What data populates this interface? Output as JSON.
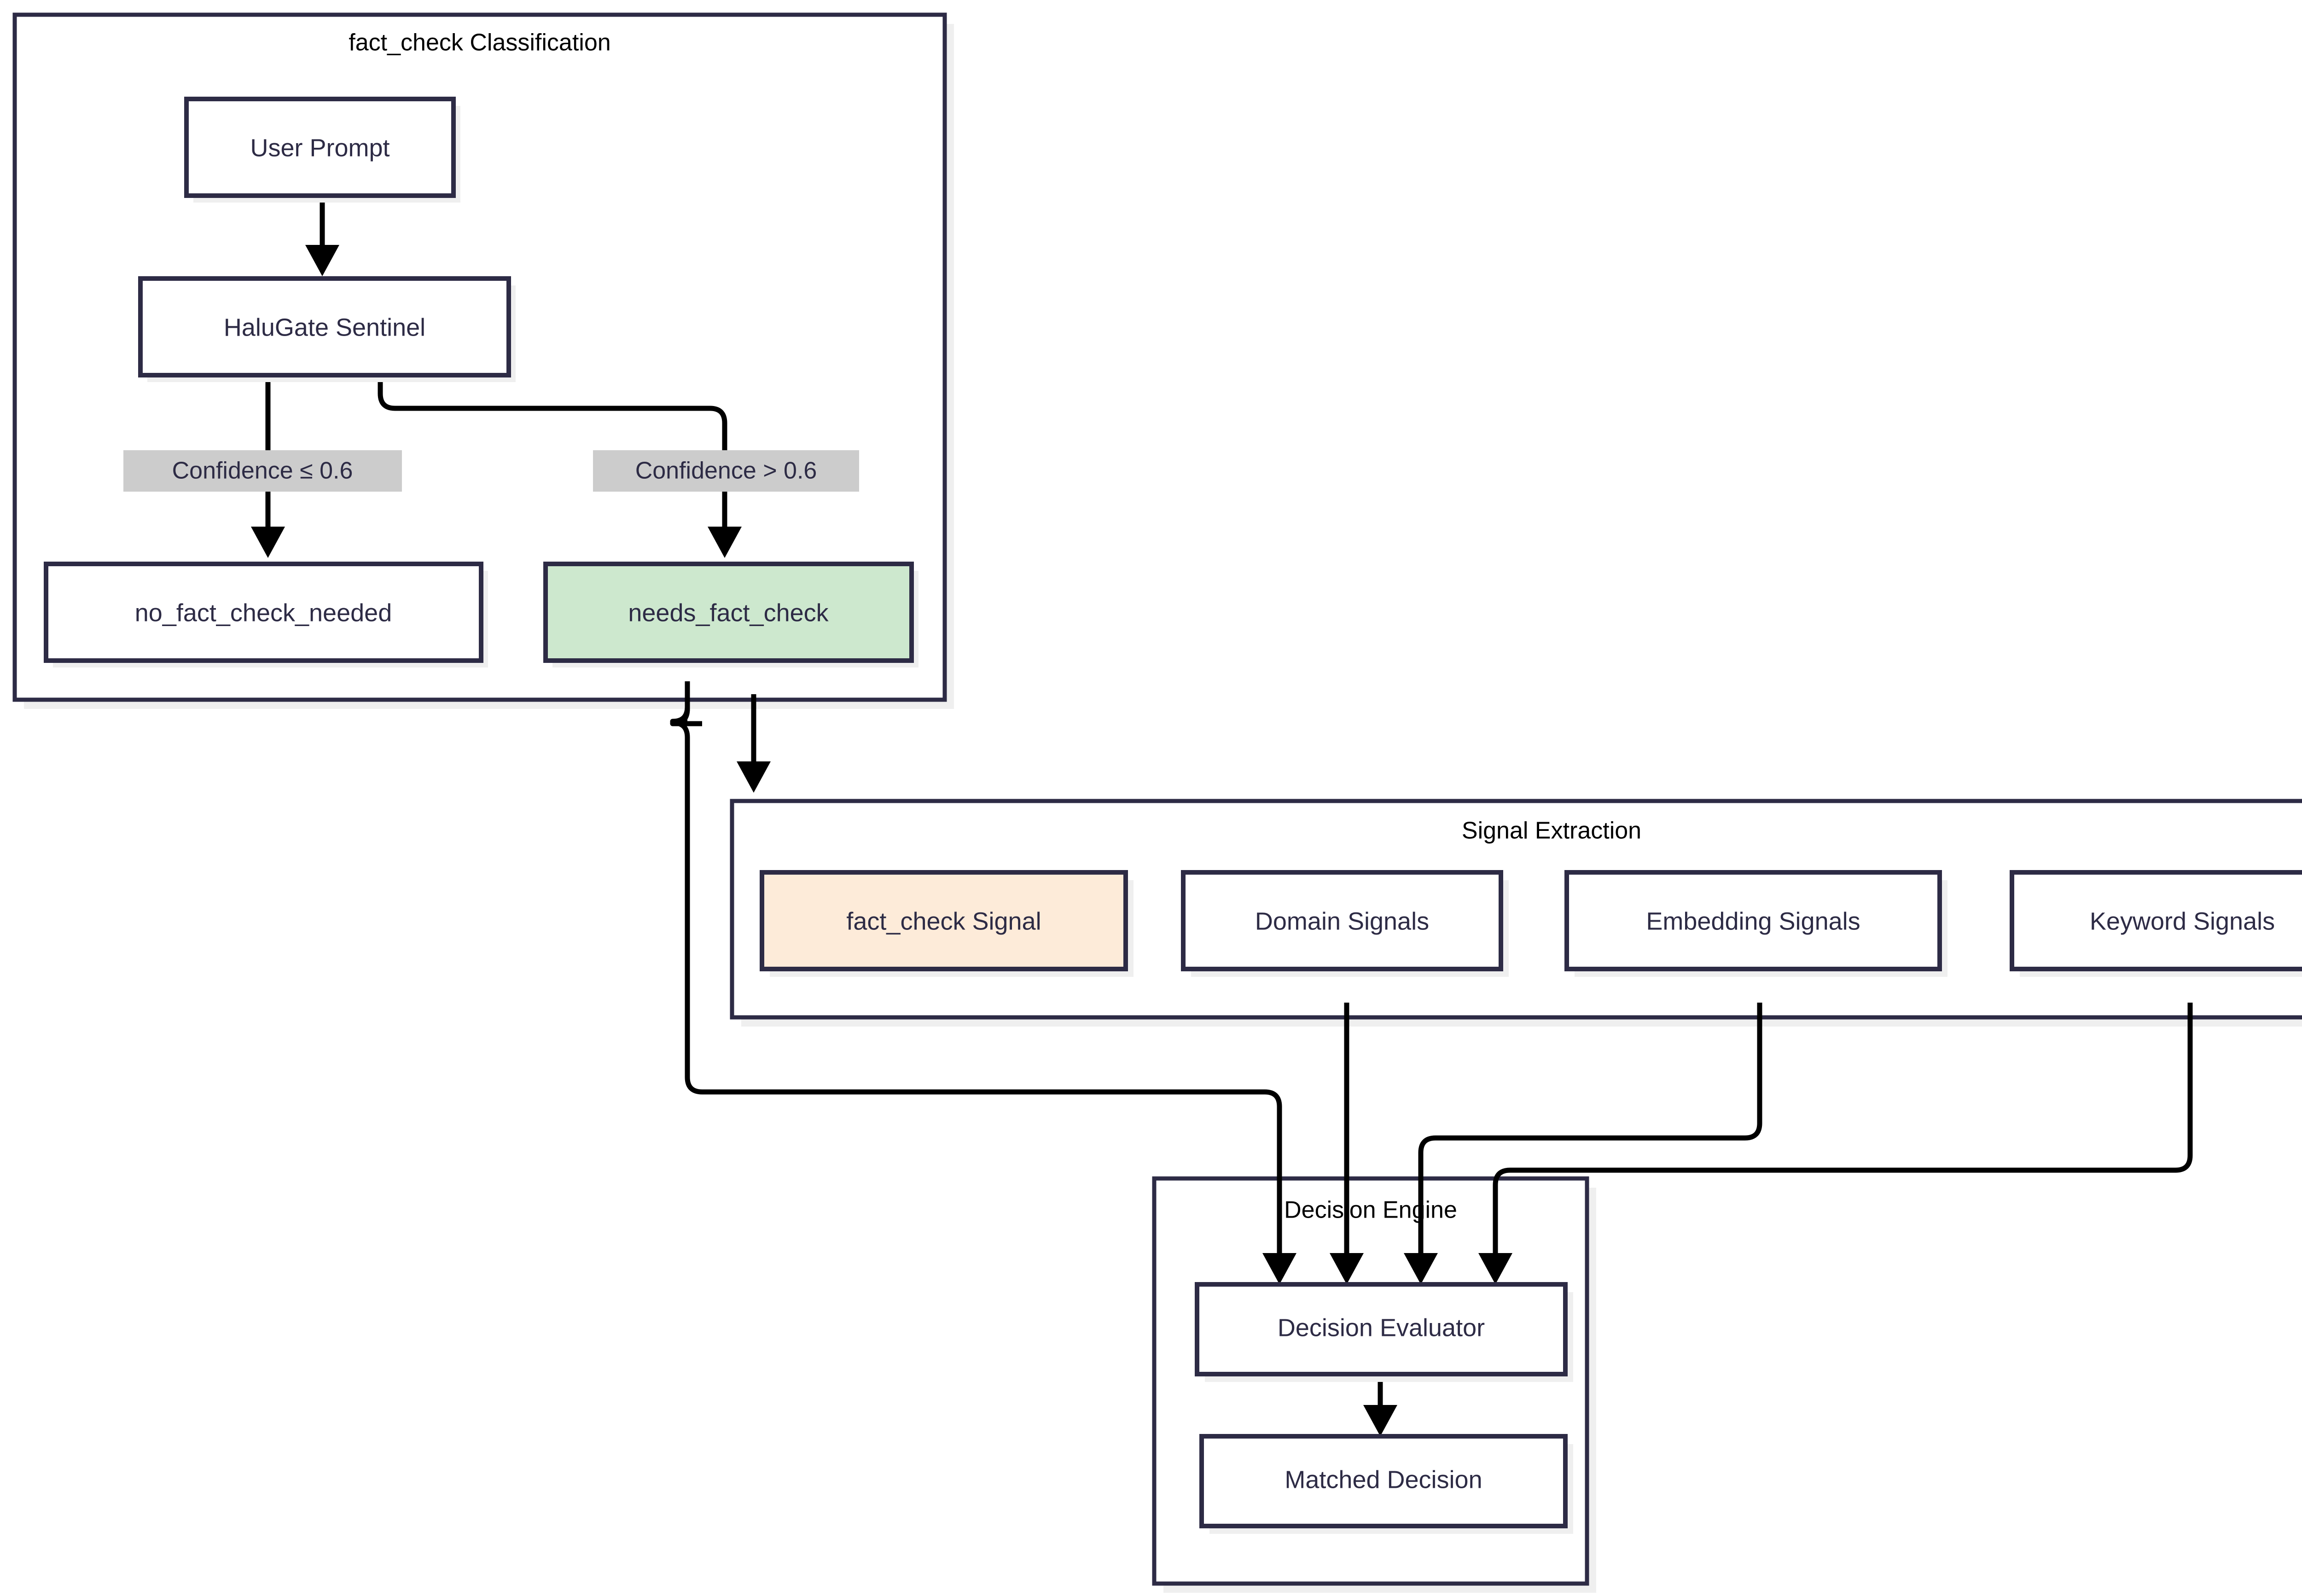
{
  "diagram": {
    "type": "flowchart",
    "direction": "top-down",
    "background": "#ffffff",
    "palette": {
      "node_border": "#2d2b45",
      "node_fill": "#ffffff",
      "node_text": "#2d2b45",
      "cluster_border": "#2d2b45",
      "cluster_title_text": "#000000",
      "edge_stroke": "#000000",
      "edge_label_bg": "#cccccc",
      "shadow": "#efefef",
      "highlight_green": "#cde8ce",
      "highlight_orange": "#fdebd9"
    },
    "clusters": [
      {
        "id": "cluster-classification",
        "title": "fact_check Classification"
      },
      {
        "id": "cluster-signal-extraction",
        "title": "Signal Extraction"
      },
      {
        "id": "cluster-decision-engine",
        "title": "Decision Engine"
      }
    ],
    "nodes": [
      {
        "id": "user-prompt",
        "label": "User Prompt",
        "cluster": "cluster-classification",
        "fill": "default"
      },
      {
        "id": "halugate-sentinel",
        "label": "HaluGate Sentinel",
        "cluster": "cluster-classification",
        "fill": "default"
      },
      {
        "id": "no-fact-check-needed",
        "label": "no_fact_check_needed",
        "cluster": "cluster-classification",
        "fill": "default"
      },
      {
        "id": "needs-fact-check",
        "label": "needs_fact_check",
        "cluster": "cluster-classification",
        "fill": "green"
      },
      {
        "id": "fact-check-signal",
        "label": "fact_check Signal",
        "cluster": "cluster-signal-extraction",
        "fill": "orange"
      },
      {
        "id": "domain-signals",
        "label": "Domain Signals",
        "cluster": "cluster-signal-extraction",
        "fill": "default"
      },
      {
        "id": "embedding-signals",
        "label": "Embedding Signals",
        "cluster": "cluster-signal-extraction",
        "fill": "default"
      },
      {
        "id": "keyword-signals",
        "label": "Keyword Signals",
        "cluster": "cluster-signal-extraction",
        "fill": "default"
      },
      {
        "id": "decision-evaluator",
        "label": "Decision Evaluator",
        "cluster": "cluster-decision-engine",
        "fill": "default"
      },
      {
        "id": "matched-decision",
        "label": "Matched Decision",
        "cluster": "cluster-decision-engine",
        "fill": "default"
      }
    ],
    "edges": [
      {
        "id": "e1",
        "from": "user-prompt",
        "to": "halugate-sentinel",
        "label": ""
      },
      {
        "id": "e2",
        "from": "halugate-sentinel",
        "to": "no-fact-check-needed",
        "label": "Confidence ≤ 0.6"
      },
      {
        "id": "e3",
        "from": "halugate-sentinel",
        "to": "needs-fact-check",
        "label": "Confidence > 0.6"
      },
      {
        "id": "e4",
        "from": "needs-fact-check",
        "to": "fact-check-signal",
        "label": ""
      },
      {
        "id": "e5",
        "from": "needs-fact-check",
        "to": "decision-evaluator",
        "label": ""
      },
      {
        "id": "e6",
        "from": "domain-signals",
        "to": "decision-evaluator",
        "label": ""
      },
      {
        "id": "e7",
        "from": "embedding-signals",
        "to": "decision-evaluator",
        "label": ""
      },
      {
        "id": "e8",
        "from": "keyword-signals",
        "to": "decision-evaluator",
        "label": ""
      },
      {
        "id": "e9",
        "from": "decision-evaluator",
        "to": "matched-decision",
        "label": ""
      }
    ],
    "edge_labels": [
      {
        "id": "label-confidence-low",
        "text": "Confidence ≤ 0.6"
      },
      {
        "id": "label-confidence-high",
        "text": "Confidence > 0.6"
      }
    ]
  }
}
